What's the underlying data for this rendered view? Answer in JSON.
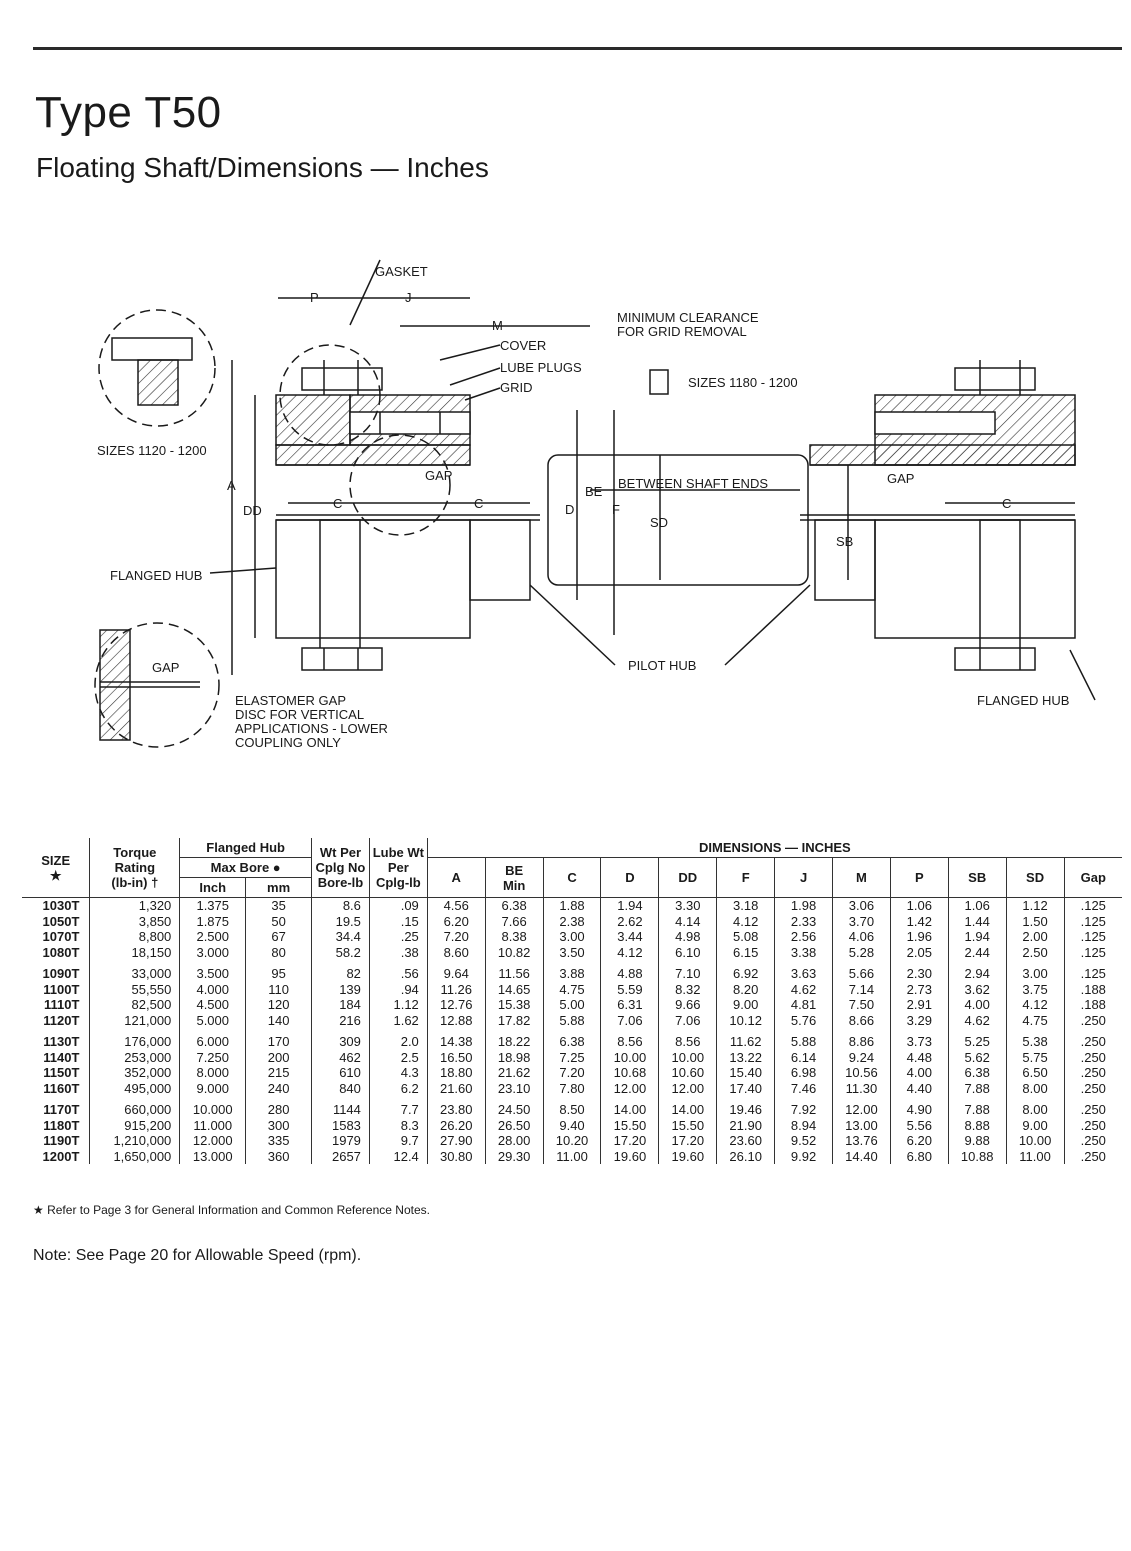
{
  "header": {
    "title": "Type T50",
    "subtitle": "Floating Shaft/Dimensions — Inches"
  },
  "diagram": {
    "labels": {
      "gasket": "GASKET",
      "p": "P",
      "j": "J",
      "m": "M",
      "min_clearance_1": "MINIMUM CLEARANCE",
      "min_clearance_2": "FOR GRID REMOVAL",
      "cover": "COVER",
      "lube_plugs": "LUBE PLUGS",
      "grid": "GRID",
      "sizes_1180": "SIZES 1180 - 1200",
      "sizes_1120": "SIZES 1120 - 1200",
      "gap": "GAP",
      "gap_right": "GAP",
      "be": "BE",
      "between_shaft_ends": "BETWEEN SHAFT ENDS",
      "a": "A",
      "dd": "DD",
      "c_left1": "C",
      "c_left2": "C",
      "c_right": "C",
      "d": "D",
      "f": "F",
      "sd": "SD",
      "sb": "SB",
      "flanged_hub_left": "FLANGED HUB",
      "flanged_hub_right": "FLANGED HUB",
      "pilot_hub": "PILOT HUB",
      "gap_detail": "GAP",
      "elastomer_1": "ELASTOMER GAP",
      "elastomer_2": "DISC FOR VERTICAL",
      "elastomer_3": "APPLICATIONS - LOWER",
      "elastomer_4": "COUPLING ONLY"
    }
  },
  "table": {
    "headers": {
      "size": "SIZE",
      "size_star": "★",
      "torque_1": "Torque",
      "torque_2": "Rating",
      "torque_3": "(lb-in) †",
      "flanged_hub": "Flanged Hub",
      "max_bore": "Max Bore ●",
      "inch": "Inch",
      "mm": "mm",
      "wt_1": "Wt Per",
      "wt_2": "Cplg No",
      "wt_3": "Bore-lb",
      "lube_1": "Lube Wt",
      "lube_2": "Per",
      "lube_3": "Cplg-lb",
      "dimensions": "DIMENSIONS — INCHES",
      "a": "A",
      "be_1": "BE",
      "be_2": "Min",
      "c": "C",
      "d": "D",
      "dd": "DD",
      "f": "F",
      "j": "J",
      "m": "M",
      "p": "P",
      "sb": "SB",
      "sd": "SD",
      "gap": "Gap"
    },
    "groups": [
      {
        "size": [
          "1030T",
          "1050T",
          "1070T",
          "1080T"
        ],
        "torque": [
          "1,320",
          "3,850",
          "8,800",
          "18,150"
        ],
        "inch": [
          "1.375",
          "1.875",
          "2.500",
          "3.000"
        ],
        "mm": [
          "35",
          "50",
          "67",
          "80"
        ],
        "wt": [
          "8.6",
          "19.5",
          "34.4",
          "58.2"
        ],
        "lube": [
          ".09",
          ".15",
          ".25",
          ".38"
        ],
        "a": [
          "4.56",
          "6.20",
          "7.20",
          "8.60"
        ],
        "be": [
          "6.38",
          "7.66",
          "8.38",
          "10.82"
        ],
        "c": [
          "1.88",
          "2.38",
          "3.00",
          "3.50"
        ],
        "d": [
          "1.94",
          "2.62",
          "3.44",
          "4.12"
        ],
        "dd": [
          "3.30",
          "4.14",
          "4.98",
          "6.10"
        ],
        "f": [
          "3.18",
          "4.12",
          "5.08",
          "6.15"
        ],
        "j": [
          "1.98",
          "2.33",
          "2.56",
          "3.38"
        ],
        "m": [
          "3.06",
          "3.70",
          "4.06",
          "5.28"
        ],
        "p": [
          "1.06",
          "1.42",
          "1.96",
          "2.05"
        ],
        "sb": [
          "1.06",
          "1.44",
          "1.94",
          "2.44"
        ],
        "sd": [
          "1.12",
          "1.50",
          "2.00",
          "2.50"
        ],
        "gap": [
          ".125",
          ".125",
          ".125",
          ".125"
        ]
      },
      {
        "size": [
          "1090T",
          "1100T",
          "1110T",
          "1120T"
        ],
        "torque": [
          "33,000",
          "55,550",
          "82,500",
          "121,000"
        ],
        "inch": [
          "3.500",
          "4.000",
          "4.500",
          "5.000"
        ],
        "mm": [
          "95",
          "110",
          "120",
          "140"
        ],
        "wt": [
          "82",
          "139",
          "184",
          "216"
        ],
        "lube": [
          ".56",
          ".94",
          "1.12",
          "1.62"
        ],
        "a": [
          "9.64",
          "11.26",
          "12.76",
          "12.88"
        ],
        "be": [
          "11.56",
          "14.65",
          "15.38",
          "17.82"
        ],
        "c": [
          "3.88",
          "4.75",
          "5.00",
          "5.88"
        ],
        "d": [
          "4.88",
          "5.59",
          "6.31",
          "7.06"
        ],
        "dd": [
          "7.10",
          "8.32",
          "9.66",
          "7.06"
        ],
        "f": [
          "6.92",
          "8.20",
          "9.00",
          "10.12"
        ],
        "j": [
          "3.63",
          "4.62",
          "4.81",
          "5.76"
        ],
        "m": [
          "5.66",
          "7.14",
          "7.50",
          "8.66"
        ],
        "p": [
          "2.30",
          "2.73",
          "2.91",
          "3.29"
        ],
        "sb": [
          "2.94",
          "3.62",
          "4.00",
          "4.62"
        ],
        "sd": [
          "3.00",
          "3.75",
          "4.12",
          "4.75"
        ],
        "gap": [
          ".125",
          ".188",
          ".188",
          ".250"
        ]
      },
      {
        "size": [
          "1130T",
          "1140T",
          "1150T",
          "1160T"
        ],
        "torque": [
          "176,000",
          "253,000",
          "352,000",
          "495,000"
        ],
        "inch": [
          "6.000",
          "7.250",
          "8.000",
          "9.000"
        ],
        "mm": [
          "170",
          "200",
          "215",
          "240"
        ],
        "wt": [
          "309",
          "462",
          "610",
          "840"
        ],
        "lube": [
          "2.0",
          "2.5",
          "4.3",
          "6.2"
        ],
        "a": [
          "14.38",
          "16.50",
          "18.80",
          "21.60"
        ],
        "be": [
          "18.22",
          "18.98",
          "21.62",
          "23.10"
        ],
        "c": [
          "6.38",
          "7.25",
          "7.20",
          "7.80"
        ],
        "d": [
          "8.56",
          "10.00",
          "10.68",
          "12.00"
        ],
        "dd": [
          "8.56",
          "10.00",
          "10.60",
          "12.00"
        ],
        "f": [
          "11.62",
          "13.22",
          "15.40",
          "17.40"
        ],
        "j": [
          "5.88",
          "6.14",
          "6.98",
          "7.46"
        ],
        "m": [
          "8.86",
          "9.24",
          "10.56",
          "11.30"
        ],
        "p": [
          "3.73",
          "4.48",
          "4.00",
          "4.40"
        ],
        "sb": [
          "5.25",
          "5.62",
          "6.38",
          "7.88"
        ],
        "sd": [
          "5.38",
          "5.75",
          "6.50",
          "8.00"
        ],
        "gap": [
          ".250",
          ".250",
          ".250",
          ".250"
        ]
      },
      {
        "size": [
          "1170T",
          "1180T",
          "1190T",
          "1200T"
        ],
        "torque": [
          "660,000",
          "915,200",
          "1,210,000",
          "1,650,000"
        ],
        "inch": [
          "10.000",
          "11.000",
          "12.000",
          "13.000"
        ],
        "mm": [
          "280",
          "300",
          "335",
          "360"
        ],
        "wt": [
          "1144",
          "1583",
          "1979",
          "2657"
        ],
        "lube": [
          "7.7",
          "8.3",
          "9.7",
          "12.4"
        ],
        "a": [
          "23.80",
          "26.20",
          "27.90",
          "30.80"
        ],
        "be": [
          "24.50",
          "26.50",
          "28.00",
          "29.30"
        ],
        "c": [
          "8.50",
          "9.40",
          "10.20",
          "11.00"
        ],
        "d": [
          "14.00",
          "15.50",
          "17.20",
          "19.60"
        ],
        "dd": [
          "14.00",
          "15.50",
          "17.20",
          "19.60"
        ],
        "f": [
          "19.46",
          "21.90",
          "23.60",
          "26.10"
        ],
        "j": [
          "7.92",
          "8.94",
          "9.52",
          "9.92"
        ],
        "m": [
          "12.00",
          "13.00",
          "13.76",
          "14.40"
        ],
        "p": [
          "4.90",
          "5.56",
          "6.20",
          "6.80"
        ],
        "sb": [
          "7.88",
          "8.88",
          "9.88",
          "10.88"
        ],
        "sd": [
          "8.00",
          "9.00",
          "10.00",
          "11.00"
        ],
        "gap": [
          ".250",
          ".250",
          ".250",
          ".250"
        ]
      }
    ]
  },
  "footnote": "★ Refer to Page 3 for General Information and Common Reference Notes.",
  "note": "Note: See Page 20 for Allowable Speed (rpm)."
}
